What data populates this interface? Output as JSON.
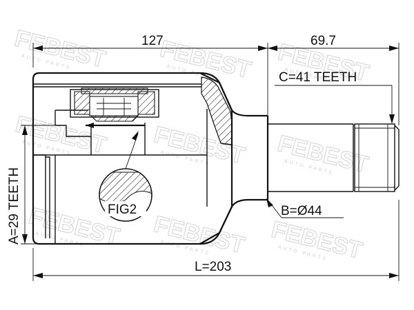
{
  "watermark": {
    "brand": "FEBEST",
    "sub": "AUTO PARTS"
  },
  "dimensions": {
    "top_left": "127",
    "top_right": "69.7",
    "total_length": "L=203"
  },
  "labels": {
    "c_teeth": "C=41 TEETH",
    "b_diameter": "B=Ø44",
    "a_teeth": "A=29 TEETH",
    "fig": "FIG2"
  }
}
